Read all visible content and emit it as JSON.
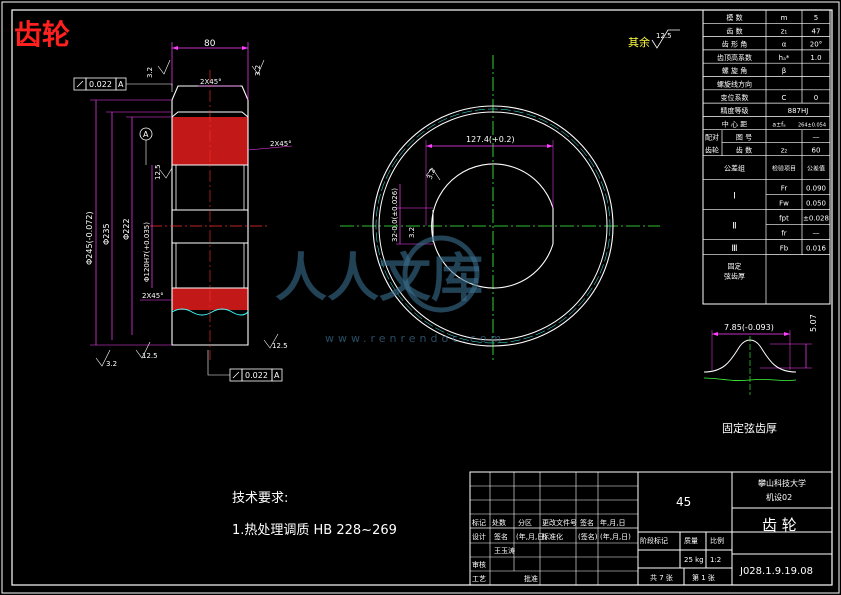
{
  "header": {
    "logo_text": "齿轮"
  },
  "roughness": {
    "label": "其余",
    "value": "12.5"
  },
  "params": {
    "rows": [
      [
        "模 数",
        "m",
        "5"
      ],
      [
        "齿 数",
        "z₁",
        "47"
      ],
      [
        "齿 形 角",
        "α",
        "20°"
      ],
      [
        "齿顶高系数",
        "hₐ*",
        "1.0"
      ],
      [
        "螺 旋 角",
        "β",
        ""
      ],
      [
        "螺旋线方向",
        "",
        ""
      ],
      [
        "变位系数",
        "C",
        "0"
      ],
      [
        "精度等级",
        "",
        "887HJ"
      ],
      [
        "中 心 距",
        "a±fₐ",
        "264±0.054"
      ]
    ],
    "mate_label1": "配对",
    "mate_label2": "齿轮",
    "mate_row1": [
      "图 号",
      "",
      "—"
    ],
    "mate_row2": [
      "齿 数",
      "z₂",
      "60"
    ],
    "tol_header": [
      "公差组",
      "检验项目",
      "公差值"
    ],
    "tol_groups": [
      {
        "name": "Ⅰ",
        "rows": [
          [
            "Fr",
            "0.090"
          ],
          [
            "Fw",
            "0.050"
          ]
        ]
      },
      {
        "name": "Ⅱ",
        "rows": [
          [
            "fpt",
            "±0.028"
          ],
          [
            "fr",
            "—"
          ]
        ]
      },
      {
        "name": "Ⅲ",
        "rows": [
          [
            "Fb",
            "0.016"
          ]
        ]
      }
    ],
    "fixed_label1": "固定",
    "fixed_label2": "弦齿厚"
  },
  "left_view": {
    "dim_width": "80",
    "chamfer_top": "2X45°",
    "chamfer_right": "2X45°",
    "chamfer_bottom": "2X45°",
    "rough_a": "3.2",
    "rough_b": "3.2",
    "rough_c": "12.5",
    "rough_d": "3.2",
    "rough_e": "12.5",
    "rough_f": "12.5",
    "tol_top_value": "0.022",
    "tol_top_datum": "A",
    "tol_bot_value": "0.022",
    "tol_bot_datum": "A",
    "datum_circle": "A",
    "dia_outer": "Φ245(-0.072)",
    "dia_235": "Φ235",
    "dia_222": "Φ222",
    "dia_bore": "Φ120H7(+0.035)"
  },
  "right_view": {
    "dim_keyway_depth": "127.4(+0.2)",
    "dim_keyway_width": "32-0.0(±0.026)",
    "rough_a": "3.2",
    "rough_b": "3.2"
  },
  "tooth_detail": {
    "dim_thickness": "7.85(-0.093)",
    "dim_height": "5.07",
    "caption": "固定弦齿厚"
  },
  "notes": {
    "title": "技术要求:",
    "line1": "1.热处理调质 HB 228~269"
  },
  "watermark": {
    "main": "人人文库",
    "sub": "www.renrendoc.com"
  },
  "title_block": {
    "material": "45",
    "school": "攀山科技大学",
    "class_no": "机设02",
    "part_name": "齿 轮",
    "drawing_no": "J028.1.9.19.08",
    "h_mark": "标记",
    "h_count": "处数",
    "h_zone": "分区",
    "h_docno": "更改文件号",
    "h_sign": "签名",
    "h_date": "年,月,日",
    "r_design": "设计",
    "r_sign": "签名",
    "r_ymd": "(年,月,日)",
    "r_std": "标准化",
    "r_sign2": "(签名)",
    "r_ymd2": "(年,月,日)",
    "designer": "王玉涛",
    "r_review": "审核",
    "r_process": "工艺",
    "r_approve": "批准",
    "stage_label": "阶段标记",
    "weight_label": "质量",
    "scale_label": "比例",
    "weight": "25 kg",
    "scale": "1:2",
    "sheets": "共 7 张",
    "sheet_no": "第 1 张"
  }
}
